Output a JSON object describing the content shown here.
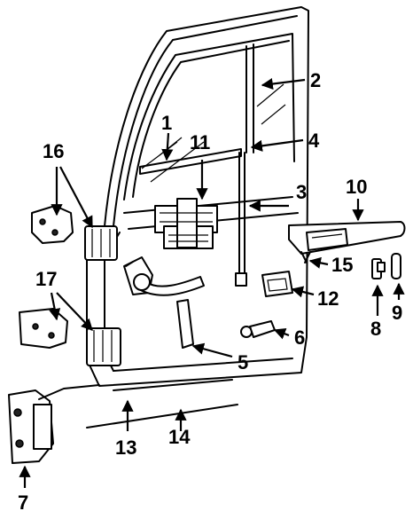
{
  "callouts": [
    {
      "id": "1",
      "label": "1"
    },
    {
      "id": "2",
      "label": "2"
    },
    {
      "id": "3",
      "label": "3"
    },
    {
      "id": "4",
      "label": "4"
    },
    {
      "id": "5",
      "label": "5"
    },
    {
      "id": "6",
      "label": "6"
    },
    {
      "id": "7",
      "label": "7"
    },
    {
      "id": "8",
      "label": "8"
    },
    {
      "id": "9",
      "label": "9"
    },
    {
      "id": "10",
      "label": "10"
    },
    {
      "id": "11",
      "label": "11"
    },
    {
      "id": "12",
      "label": "12"
    },
    {
      "id": "13",
      "label": "13"
    },
    {
      "id": "14",
      "label": "14"
    },
    {
      "id": "15",
      "label": "15"
    },
    {
      "id": "16",
      "label": "16"
    },
    {
      "id": "17",
      "label": "17"
    }
  ],
  "colors": {
    "ink": "#000000",
    "background": "#ffffff"
  }
}
